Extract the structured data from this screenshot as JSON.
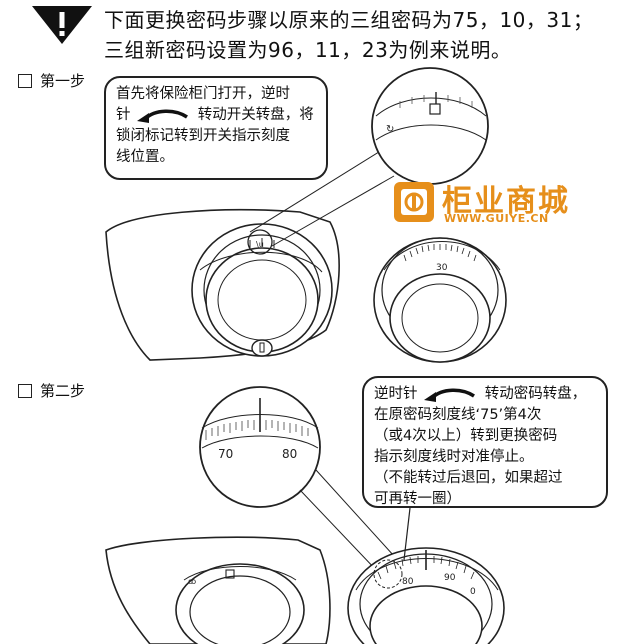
{
  "warning": {
    "icon": "warning-triangle-icon",
    "line1": "下面更换密码步骤以原来的三组密码为75，10，31；",
    "line2": "三组新密码设置为96，11，23为例来说明。"
  },
  "step1": {
    "label": "第一步",
    "text_a": "首先将保险柜门打开，逆时",
    "text_b_pre": "针",
    "text_b_post": "转动开关转盘，将",
    "text_c": "锁闭标记转到开关指示刻度",
    "text_d": "线位置。"
  },
  "step2": {
    "label": "第二步",
    "text_a_pre": "逆时针",
    "text_a_post": "转动密码转盘，",
    "text_b": "在原密码刻度线‘75’第4次",
    "text_c": "（或4次以上）转到更换密码",
    "text_d": "指示刻度线时对准停止。",
    "text_e": "（不能转过后退回，如果超过",
    "text_f": "可再转一圈）"
  },
  "brand": {
    "name": "柜业商城",
    "url": "WWW.GUIYE.CN",
    "color": "#e68f1b"
  },
  "dial_labels": {
    "zoom_70": "70",
    "zoom_80": "80",
    "dial1_30": "30",
    "dial2_80": "80",
    "dial2_90": "90",
    "dial2_0": "0"
  }
}
